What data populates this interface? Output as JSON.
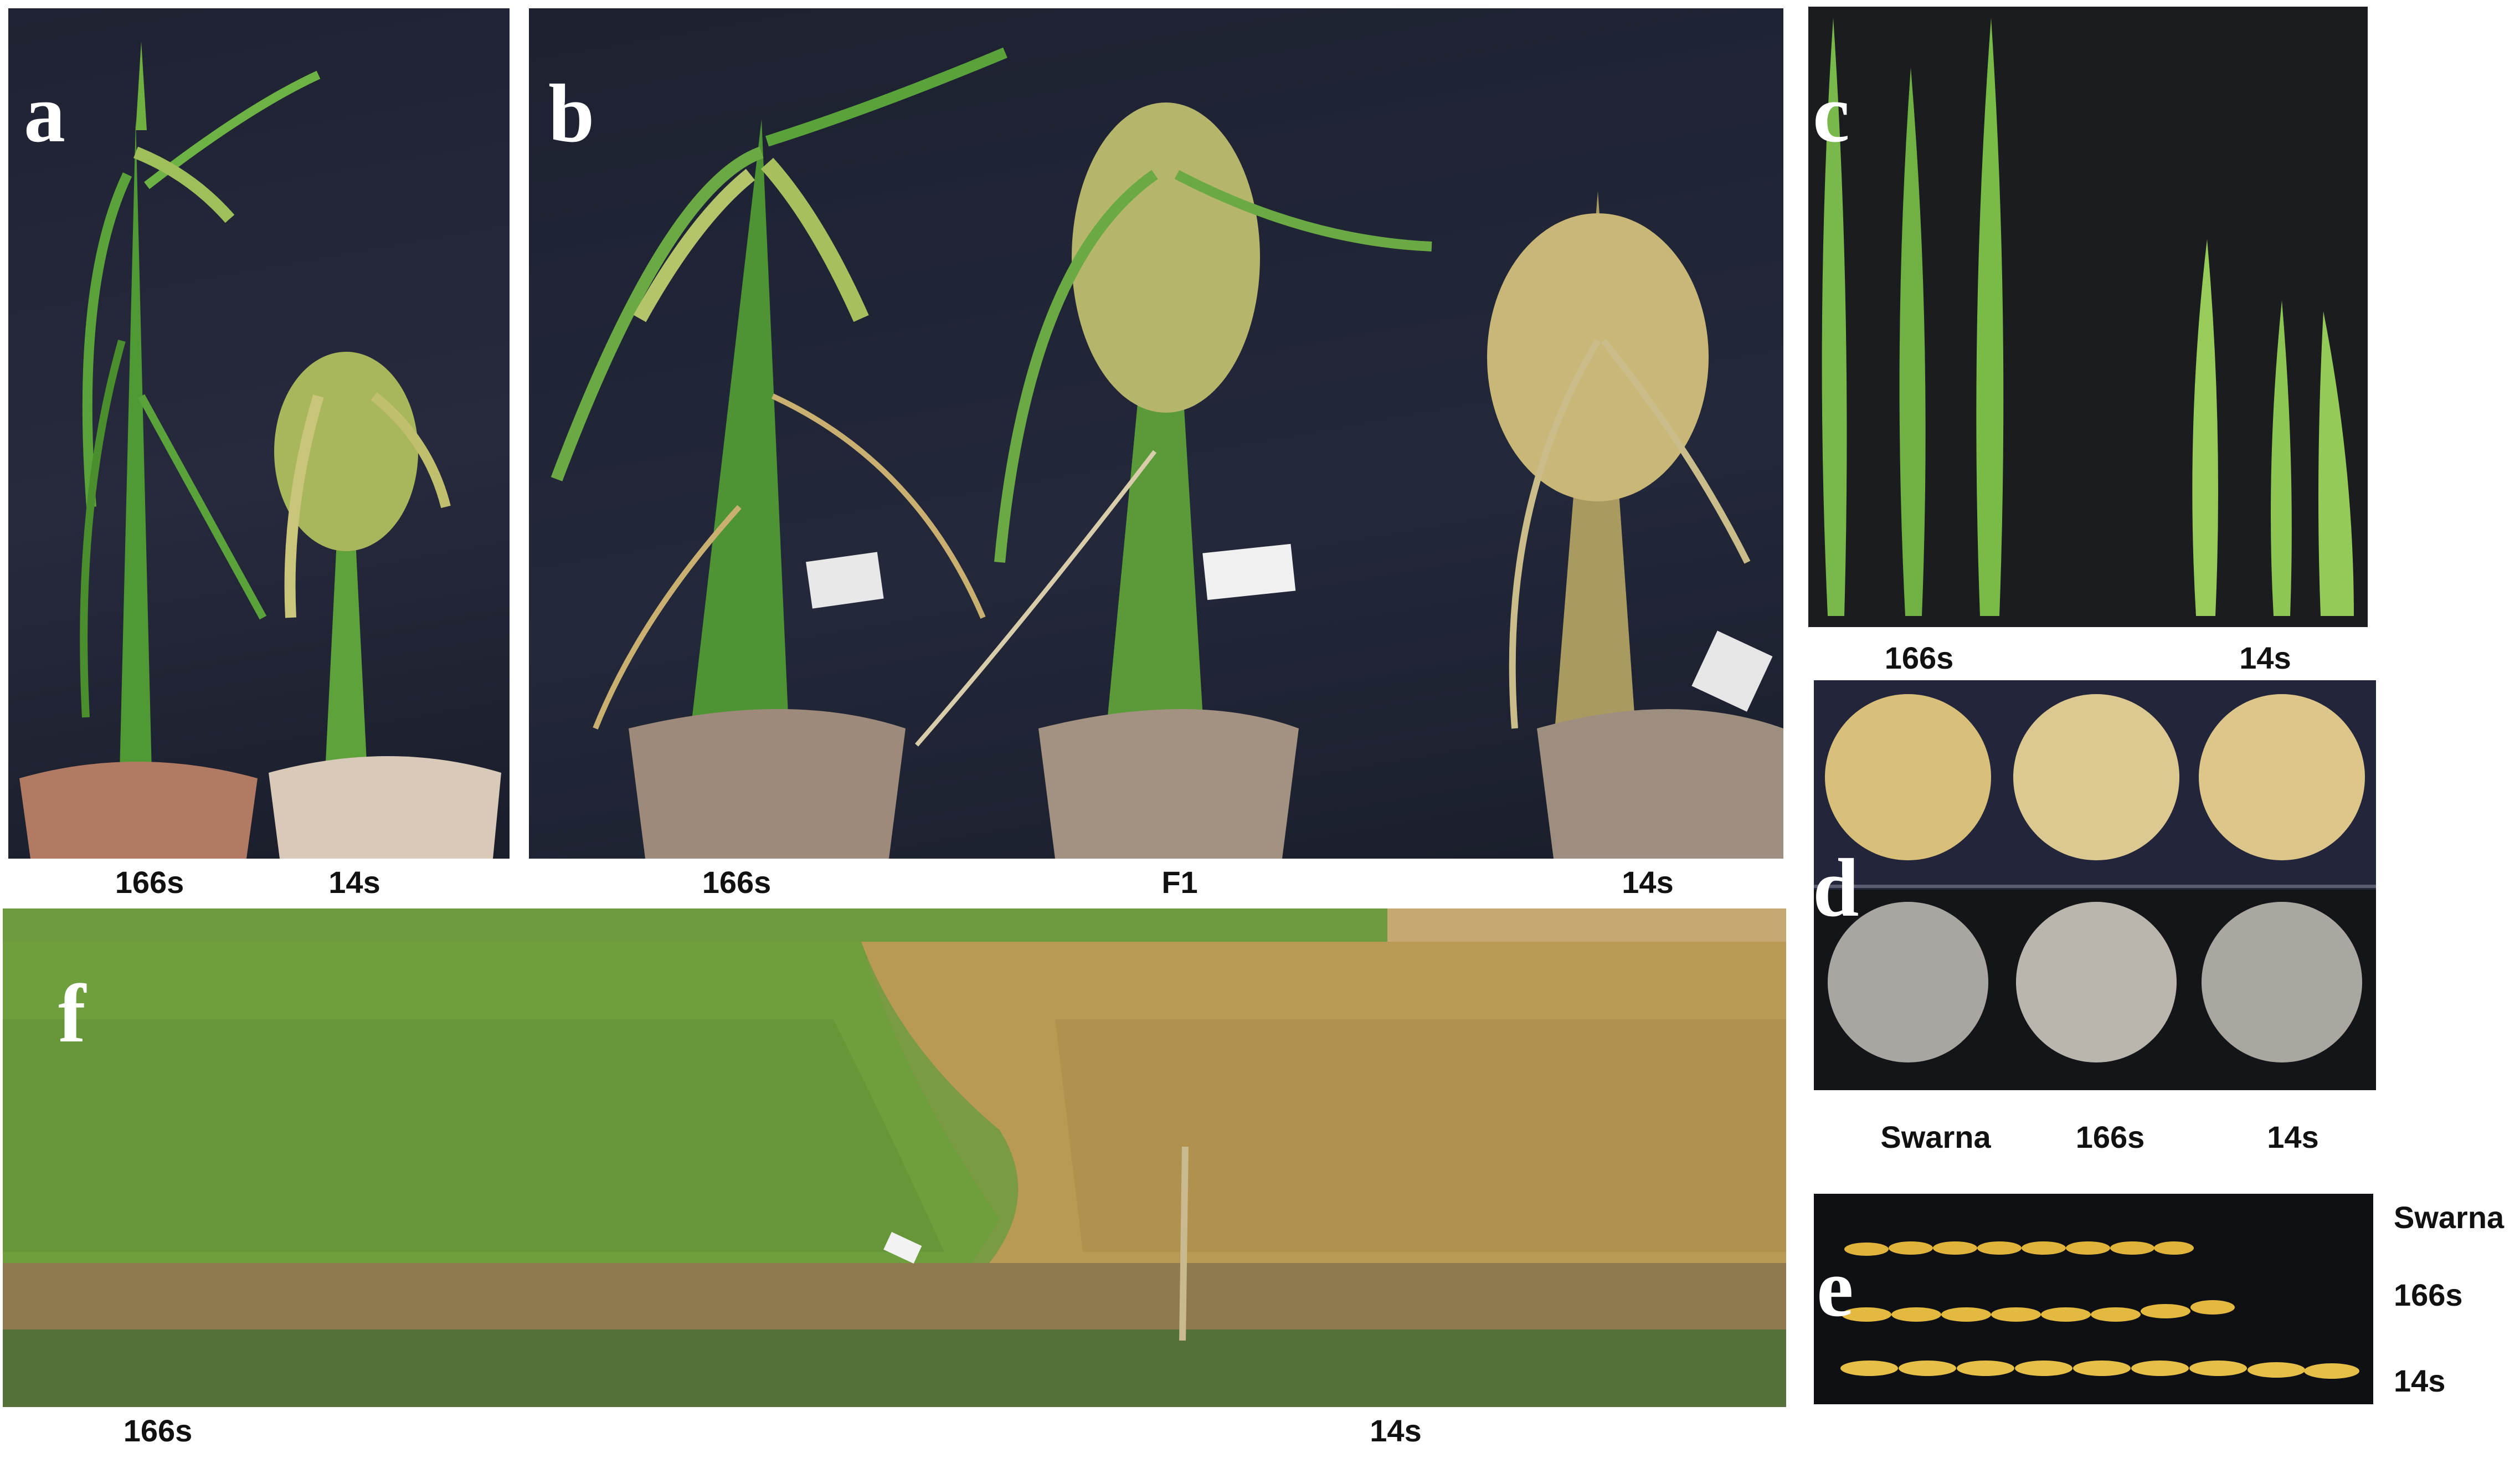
{
  "panels": {
    "a": {
      "letter": "a",
      "captions": [
        "166s",
        "14s"
      ]
    },
    "b": {
      "letter": "b",
      "captions": [
        "166s",
        "F1",
        "14s"
      ]
    },
    "c": {
      "letter": "c",
      "captions": [
        "166s",
        "14s"
      ]
    },
    "d": {
      "letter": "d",
      "captions": [
        "Swarna",
        "166s",
        "14s"
      ]
    },
    "e": {
      "letter": "e",
      "captions": [
        "Swarna",
        "166s",
        "14s"
      ]
    },
    "f": {
      "letter": "f",
      "captions": [
        "166s",
        "14s"
      ]
    }
  },
  "colors": {
    "backdrop": "#232638",
    "green_plant": "#4f9a35",
    "senescent_plant": "#c8b070",
    "pot": "#b07a62",
    "grain": "#d9c07a",
    "field_green": "#6e9a3c",
    "field_dry": "#b99a55"
  }
}
